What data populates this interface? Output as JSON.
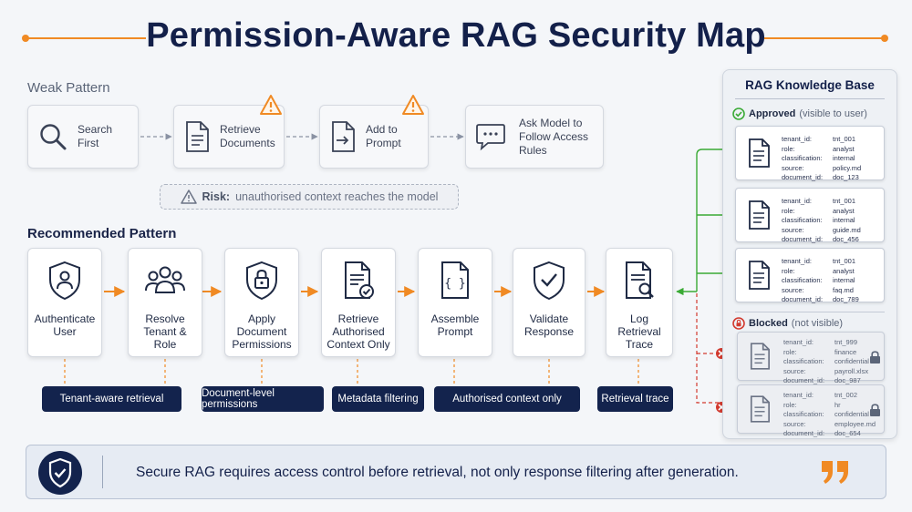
{
  "title": "Permission-Aware RAG Security Map",
  "colors": {
    "accent": "#f08a24",
    "navy": "#13234d",
    "approved": "#3aaa35",
    "blocked": "#d23a2f"
  },
  "weak": {
    "label": "Weak Pattern",
    "steps": [
      {
        "label": "Search First",
        "icon": "search-icon",
        "warning": false
      },
      {
        "label": "Retrieve Documents",
        "icon": "document-icon",
        "warning": true
      },
      {
        "label": "Add to Prompt",
        "icon": "add-to-prompt-icon",
        "warning": true
      },
      {
        "label": "Ask Model to Follow Access Rules",
        "icon": "chat-icon",
        "warning": false
      }
    ],
    "risk": {
      "prefix": "Risk:",
      "text": "unauthorised context reaches the model"
    }
  },
  "recommended": {
    "label": "Recommended Pattern",
    "steps": [
      {
        "label": "Authenticate User",
        "icon": "user-shield-icon"
      },
      {
        "label": "Resolve Tenant & Role",
        "icon": "group-icon"
      },
      {
        "label": "Apply Document Permissions",
        "icon": "lock-shield-icon"
      },
      {
        "label": "Retrieve Authorised Context Only",
        "icon": "document-check-icon"
      },
      {
        "label": "Assemble Prompt",
        "icon": "code-file-icon"
      },
      {
        "label": "Validate Response",
        "icon": "check-shield-icon"
      },
      {
        "label": "Log Retrieval Trace",
        "icon": "document-search-icon"
      }
    ],
    "tags": [
      "Tenant-aware retrieval",
      "Document-level permissions",
      "Metadata filtering",
      "Authorised context only",
      "Retrieval trace"
    ]
  },
  "kb": {
    "title": "RAG Knowledge Base",
    "approved_label": "Approved",
    "approved_note": "(visible to user)",
    "blocked_label": "Blocked",
    "blocked_note": "(not visible)",
    "field_names": [
      "tenant_id:",
      "role:",
      "classification:",
      "source:",
      "document_id:"
    ],
    "approved_docs": [
      {
        "tenant_id": "tnt_001",
        "role": "analyst",
        "classification": "internal",
        "source": "policy.md",
        "document_id": "doc_123"
      },
      {
        "tenant_id": "tnt_001",
        "role": "analyst",
        "classification": "internal",
        "source": "guide.md",
        "document_id": "doc_456"
      },
      {
        "tenant_id": "tnt_001",
        "role": "analyst",
        "classification": "internal",
        "source": "faq.md",
        "document_id": "doc_789"
      }
    ],
    "blocked_docs": [
      {
        "tenant_id": "tnt_999",
        "role": "finance",
        "classification": "confidential",
        "source": "payroll.xlsx",
        "document_id": "doc_987"
      },
      {
        "tenant_id": "tnt_002",
        "role": "hr",
        "classification": "confidential",
        "source": "employee.md",
        "document_id": "doc_654"
      }
    ]
  },
  "banner": {
    "text": "Secure RAG requires access control before retrieval, not only response filtering after generation."
  }
}
